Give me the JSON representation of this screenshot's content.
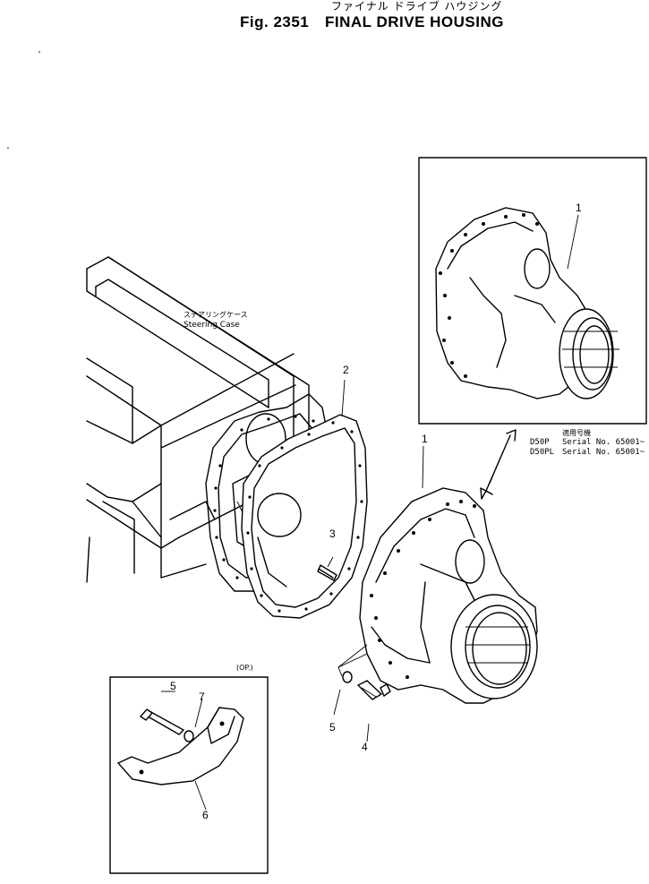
{
  "header": {
    "title_jp": "ファイナル ドライブ ハウジング",
    "fig_number": "Fig. 2351",
    "fig_title": "FINAL DRIVE HOUSING"
  },
  "steering_case": {
    "label_jp": "ステアリングケース",
    "label_en": "Steering Case"
  },
  "applicability": {
    "label_jp": "適用号機",
    "rows": [
      {
        "model": "D50P",
        "serial": "Serial No. 65001~"
      },
      {
        "model": "D50PL",
        "serial": "Serial No. 65001~"
      }
    ]
  },
  "option_box": {
    "label": "(OP.)"
  },
  "callouts": {
    "p1_inset": "1",
    "p1": "1",
    "p2": "2",
    "p3": "3",
    "p4": "4",
    "p5": "5",
    "p5_op": "5",
    "p6": "6",
    "p7": "7"
  }
}
